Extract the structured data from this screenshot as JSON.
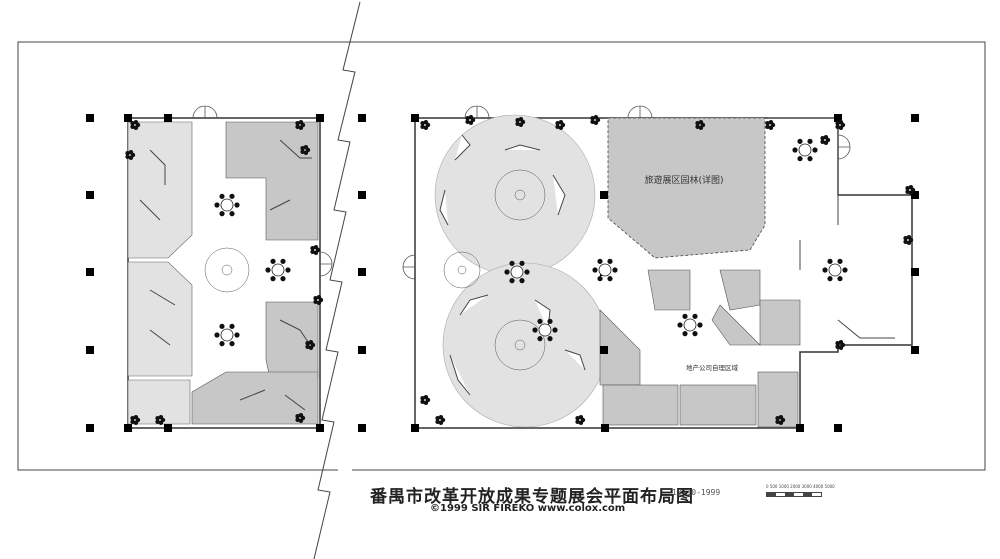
{
  "title": "番禺市改革开放成果专题展会平面布局图",
  "date": "13-10-1999",
  "copyright": "©1999 SIR FIREKO www.colox.com",
  "scale_label": "0 500 1000 2000 3000 4000 5000",
  "garden_label": "旅遊展区园林(详图)",
  "realestate_label": "地产公司自理区域",
  "colors": {
    "gray_zone": "#c7c7c7",
    "light_zone": "#e2e2e2",
    "wall": "#333333",
    "column": "#000000"
  },
  "icons": [
    "column-marker",
    "plant-icon",
    "door-icon",
    "round-table-icon"
  ]
}
